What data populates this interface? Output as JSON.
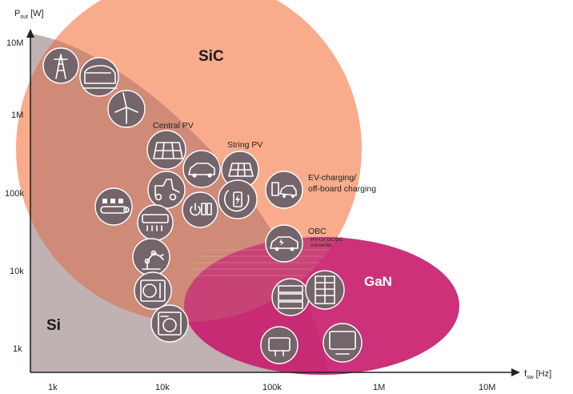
{
  "axes": {
    "y_title_main": "P",
    "y_title_sub": "out",
    "y_title_unit": "[W]",
    "x_title_main": "f",
    "x_title_sub": "sw",
    "x_title_unit": "[Hz]",
    "y_ticks": [
      "10M",
      "1M",
      "100k",
      "10k",
      "1k"
    ],
    "x_ticks": [
      "1k",
      "10k",
      "100k",
      "1M",
      "10M"
    ]
  },
  "regions": {
    "si": "Si",
    "sic": "SiC",
    "gan": "GaN"
  },
  "labels": {
    "central_pv": "Central PV",
    "string_pv": "String PV",
    "ev_charging_line1": "EV-charging/",
    "ev_charging_line2": "off-board charging",
    "obc": "OBC",
    "obc_sub1": "HV-LV DC/DC",
    "obc_sub2": "converter"
  },
  "colors": {
    "si": "#b9aaaa",
    "sic": "#f7a37f",
    "gan": "#c81f6f",
    "overlap_sic_si": "#cf8a78",
    "node": "#74656a"
  }
}
